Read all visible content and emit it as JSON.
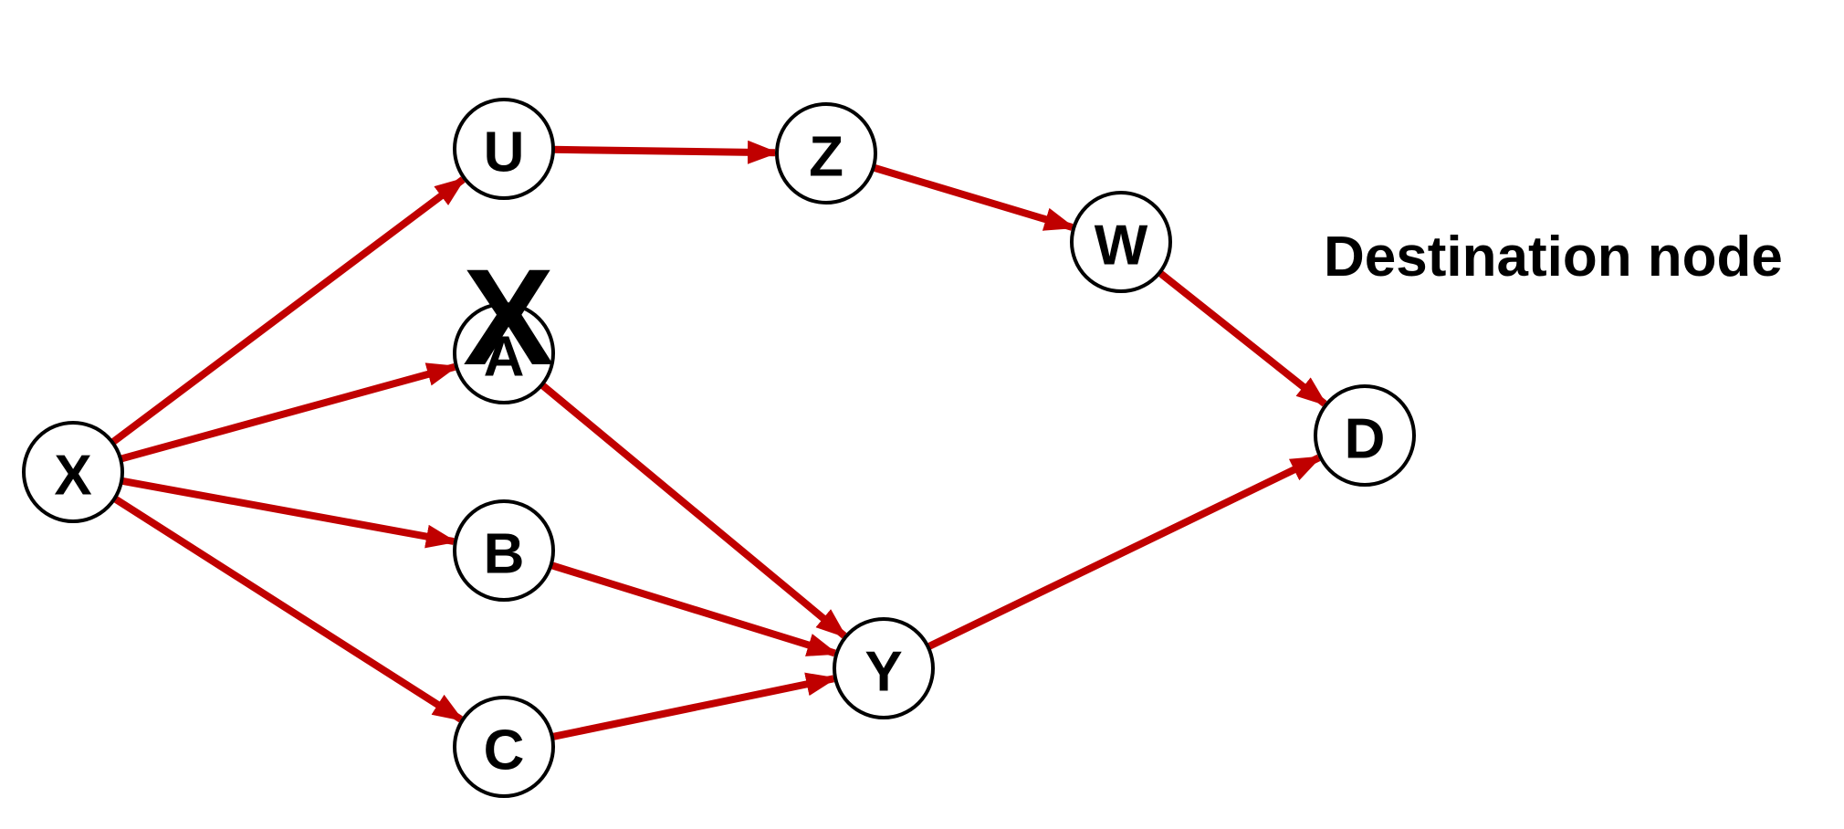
{
  "colors": {
    "edge": "#c00000",
    "node_stroke": "#000000",
    "text": "#000000"
  },
  "nodes": [
    {
      "id": "X",
      "label": "X"
    },
    {
      "id": "U",
      "label": "U"
    },
    {
      "id": "A",
      "label": "A"
    },
    {
      "id": "B",
      "label": "B"
    },
    {
      "id": "C",
      "label": "C"
    },
    {
      "id": "Z",
      "label": "Z"
    },
    {
      "id": "W",
      "label": "W"
    },
    {
      "id": "Y",
      "label": "Y"
    },
    {
      "id": "D",
      "label": "D"
    }
  ],
  "edges": [
    {
      "from": "X",
      "to": "U"
    },
    {
      "from": "X",
      "to": "A"
    },
    {
      "from": "X",
      "to": "B"
    },
    {
      "from": "X",
      "to": "C"
    },
    {
      "from": "U",
      "to": "Z"
    },
    {
      "from": "Z",
      "to": "W"
    },
    {
      "from": "W",
      "to": "D"
    },
    {
      "from": "A",
      "to": "Y"
    },
    {
      "from": "B",
      "to": "Y"
    },
    {
      "from": "C",
      "to": "Y"
    },
    {
      "from": "Y",
      "to": "D"
    }
  ],
  "failed_node": {
    "id": "A",
    "mark": "X"
  },
  "annotation": "Destination node"
}
